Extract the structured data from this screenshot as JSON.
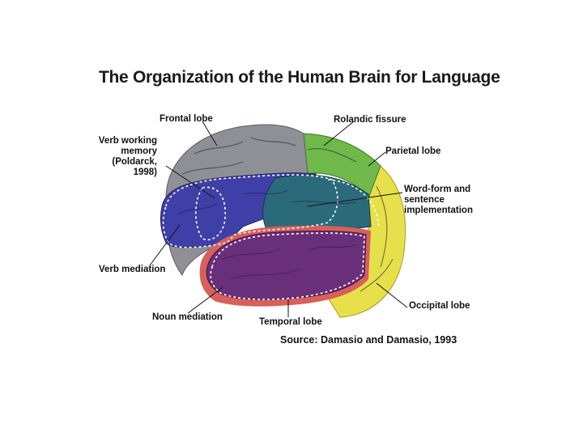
{
  "title": "The Organization of the Human Brain for Language",
  "labels": {
    "frontal_lobe": "Frontal lobe",
    "rolandic_fissure": "Rolandic fissure",
    "verb_working_memory": [
      "Verb working",
      "memory",
      "(Poldarck,",
      "1998)"
    ],
    "parietal_lobe": "Parietal lobe",
    "word_form": [
      "Word-form and",
      "sentence",
      "implementation"
    ],
    "verb_mediation": "Verb mediation",
    "occipital_lobe": "Occipital lobe",
    "noun_mediation": "Noun mediation",
    "temporal_lobe": "Temporal lobe"
  },
  "source": "Source: Damasio and Damasio, 1993",
  "colors": {
    "frontal": "#8e9096",
    "parietal": "#6fb84a",
    "occipital": "#e6e04a",
    "verb_region": "#3f3fa8",
    "word_form_region": "#2b6a7a",
    "temporal": "#6a2f7a",
    "temporal_rim": "#d8605a",
    "dashed_outline": "#ffffff"
  }
}
